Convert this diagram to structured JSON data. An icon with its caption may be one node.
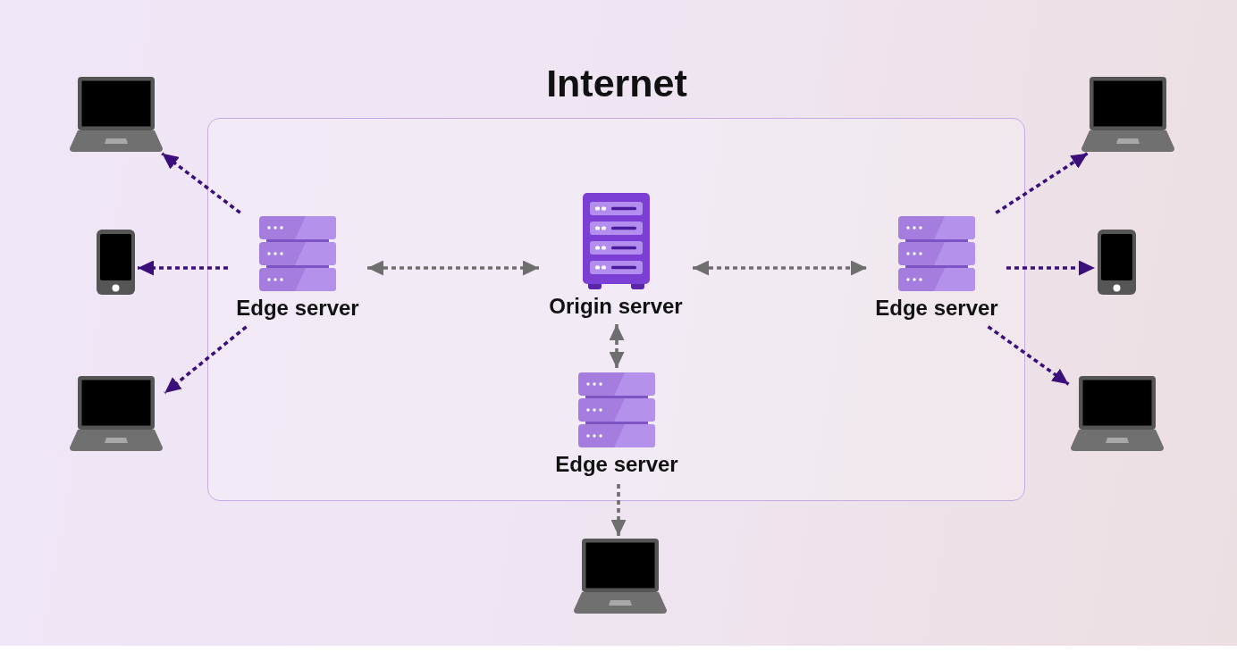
{
  "diagram": {
    "nodes": [
      {
        "text": [
          "Internet"
        ]
      },
      {
        "text": [
          "Edge server"
        ],
        "in": 0
      },
      {
        "text": [
          "Origin server"
        ],
        "in": 0
      },
      {
        "text": [
          "Edge server"
        ],
        "in": 0
      },
      {
        "text": [
          "Edge server"
        ],
        "in": 0
      },
      {
        "text": [],
        "shape": "laptop"
      },
      {
        "text": [],
        "shape": "phone"
      },
      {
        "text": [],
        "shape": "laptop"
      },
      {
        "text": [],
        "shape": "laptop"
      },
      {
        "text": [],
        "shape": "phone"
      },
      {
        "text": [],
        "shape": "laptop"
      },
      {
        "text": [],
        "shape": "laptop"
      }
    ],
    "edges": [
      {
        "from": 1,
        "to": 5,
        "arrow": "to",
        "style": "dashed"
      },
      {
        "from": 1,
        "to": 6,
        "arrow": "to",
        "style": "dashed"
      },
      {
        "from": 1,
        "to": 7,
        "arrow": "to",
        "style": "dashed"
      },
      {
        "from": 1,
        "to": 2,
        "arrow": "both",
        "style": "dashed",
        "color": "#6e6e6e"
      },
      {
        "from": 2,
        "to": 3,
        "arrow": "both",
        "style": "dashed",
        "color": "#6e6e6e"
      },
      {
        "from": 3,
        "to": 8,
        "arrow": "to",
        "style": "dashed"
      },
      {
        "from": 3,
        "to": 9,
        "arrow": "to",
        "style": "dashed"
      },
      {
        "from": 3,
        "to": 10,
        "arrow": "to",
        "style": "dashed"
      },
      {
        "from": 2,
        "to": 4,
        "arrow": "both",
        "style": "dashed",
        "color": "#6e6e6e"
      },
      {
        "from": 4,
        "to": 11,
        "arrow": "to",
        "style": "dashed",
        "color": "#6e6e6e"
      }
    ]
  }
}
